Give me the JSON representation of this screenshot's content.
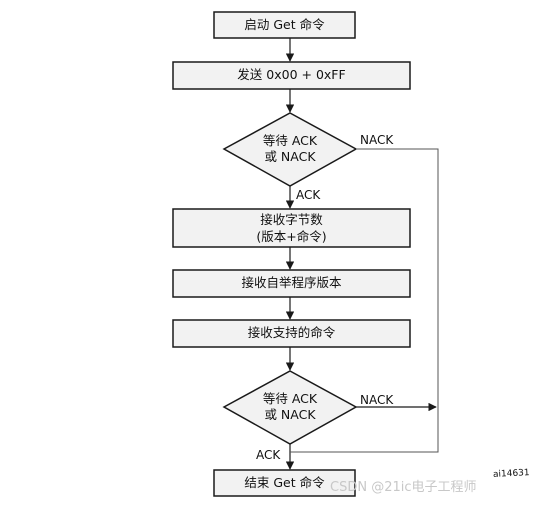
{
  "diagram": {
    "nodes": {
      "start": "启动 Get 命令",
      "send": "发送 0x00 + 0xFF",
      "wait1_line1": "等待 ACK",
      "wait1_line2": "或 NACK",
      "recv_bytes_line1": "接收字节数",
      "recv_bytes_line2": "(版本+命令)",
      "recv_version": "接收自举程序版本",
      "recv_commands": "接收支持的命令",
      "wait2_line1": "等待 ACK",
      "wait2_line2": "或 NACK",
      "end": "结束 Get 命令"
    },
    "edges": {
      "wait1_nack": "NACK",
      "wait1_ack": "ACK",
      "wait2_nack": "NACK",
      "wait2_ack": "ACK"
    },
    "figure_ref": "ai14631",
    "watermark": "CSDN @21ic电子工程师",
    "colors": {
      "box_fill": "#f2f2f2",
      "stroke": "#1a1a1a",
      "connector": "#555555",
      "watermark": "#c8c8c8"
    }
  }
}
